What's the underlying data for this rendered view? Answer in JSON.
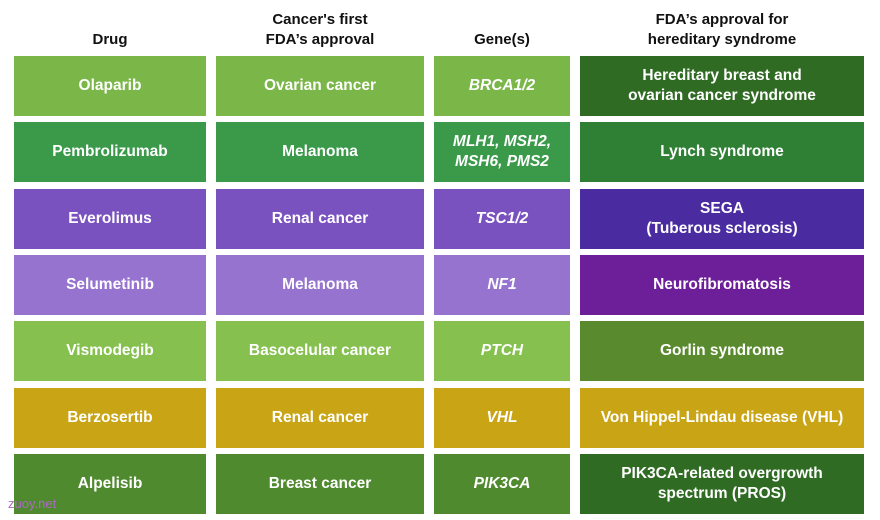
{
  "headers": {
    "drug": "Drug",
    "first_approval": "Cancer's first\nFDA’s approval",
    "genes": "Gene(s)",
    "hereditary": "FDA’s approval for\nhereditary syndrome"
  },
  "rows": [
    {
      "drug": "Olaparib",
      "cancer": "Ovarian cancer",
      "genes": "BRCA1/2",
      "syndrome": "Hereditary breast and\novarian cancer syndrome",
      "color": "#7ab648",
      "syndrome_color": "#2f6b23"
    },
    {
      "drug": "Pembrolizumab",
      "cancer": "Melanoma",
      "genes": "MLH1, MSH2,\nMSH6, PMS2",
      "syndrome": "Lynch syndrome",
      "color": "#3a9a4a",
      "syndrome_color": "#2f8034"
    },
    {
      "drug": "Everolimus",
      "cancer": "Renal cancer",
      "genes": "TSC1/2",
      "syndrome": "SEGA\n(Tuberous sclerosis)",
      "color": "#7a52c0",
      "syndrome_color": "#4a2ca0"
    },
    {
      "drug": "Selumetinib",
      "cancer": "Melanoma",
      "genes": "NF1",
      "syndrome": "Neurofibromatosis",
      "color": "#9673cf",
      "syndrome_color": "#6d1f9a"
    },
    {
      "drug": "Vismodegib",
      "cancer": "Basocelular cancer",
      "genes": "PTCH",
      "syndrome": "Gorlin syndrome",
      "color": "#86c14f",
      "syndrome_color": "#5a8a2e"
    },
    {
      "drug": "Berzosertib",
      "cancer": "Renal cancer",
      "genes": "VHL",
      "syndrome": "Von Hippel-Lindau disease (VHL)",
      "color": "#c9a516",
      "syndrome_color": "#c9a516"
    },
    {
      "drug": "Alpelisib",
      "cancer": "Breast cancer",
      "genes": "PIK3CA",
      "syndrome": "PIK3CA-related overgrowth\nspectrum (PROS)",
      "color": "#4f8a2e",
      "syndrome_color": "#2f6b23"
    }
  ],
  "watermark": "zuoy.net"
}
